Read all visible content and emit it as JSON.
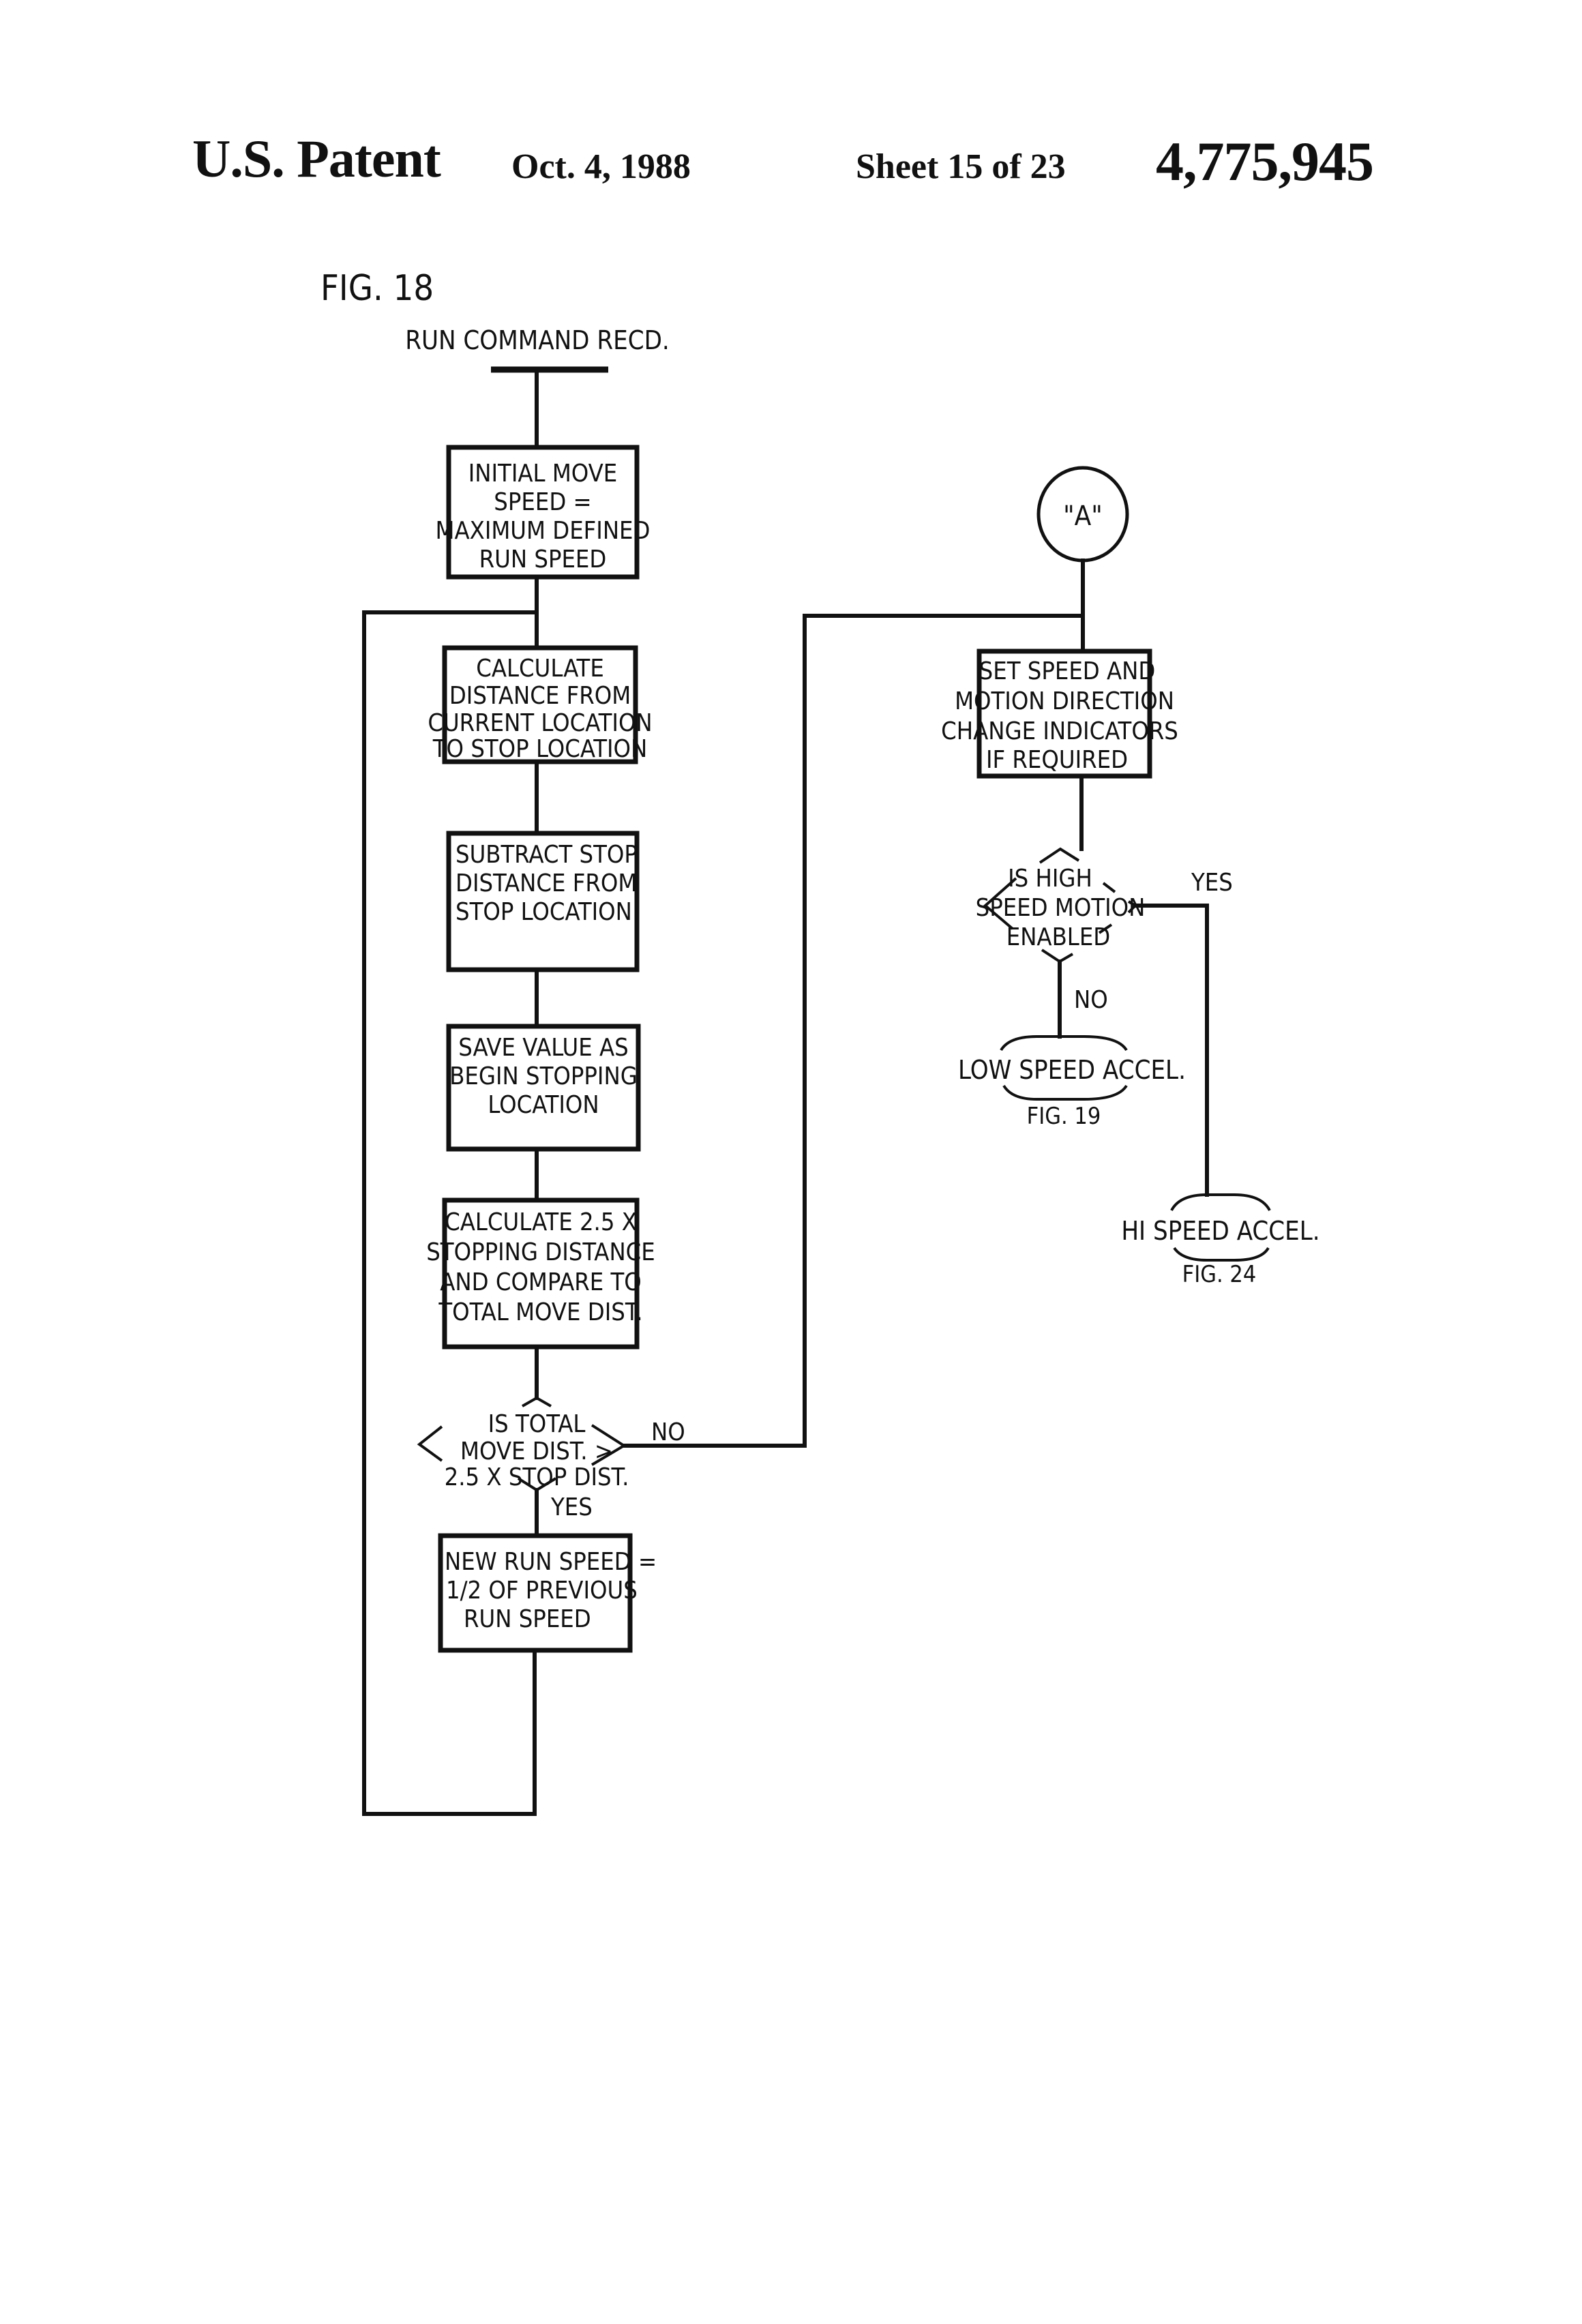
{
  "header": {
    "title": "U.S. Patent",
    "date": "Oct. 4, 1988",
    "sheet": "Sheet 15 of 23",
    "patent_number": "4,775,945"
  },
  "figure": {
    "label": "FIG. 18",
    "start_label": "RUN COMMAND RECD.",
    "left_column": {
      "box1": [
        "INITIAL MOVE",
        "SPEED =",
        "MAXIMUM DEFINED",
        "RUN SPEED"
      ],
      "box2": [
        "CALCULATE",
        "DISTANCE FROM",
        "CURRENT LOCATION",
        "TO STOP LOCATION"
      ],
      "box3": [
        "SUBTRACT STOP",
        "DISTANCE FROM",
        "STOP LOCATION"
      ],
      "box4": [
        "SAVE VALUE AS",
        "BEGIN STOPPING",
        "LOCATION"
      ],
      "box5": [
        "CALCULATE 2.5 X",
        "STOPPING DISTANCE",
        "AND COMPARE TO",
        "TOTAL MOVE DIST."
      ],
      "decision": [
        "IS TOTAL",
        "MOVE DIST. >",
        "2.5 X STOP DIST."
      ],
      "decision_no": "NO",
      "decision_yes": "YES",
      "box6": [
        "NEW RUN SPEED =",
        "1/2 OF PREVIOUS",
        "RUN SPEED"
      ]
    },
    "right_column": {
      "connector": "\"A\"",
      "box1": [
        "SET SPEED AND",
        "MOTION DIRECTION",
        "CHANGE INDICATORS",
        "IF REQUIRED"
      ],
      "decision": [
        "IS HIGH",
        "SPEED MOTION",
        "ENABLED"
      ],
      "decision_yes": "YES",
      "decision_no": "NO",
      "terminal_low": "LOW SPEED ACCEL.",
      "terminal_low_ref": "FIG. 19",
      "terminal_high": "HI SPEED ACCEL.",
      "terminal_high_ref": "FIG. 24"
    }
  }
}
